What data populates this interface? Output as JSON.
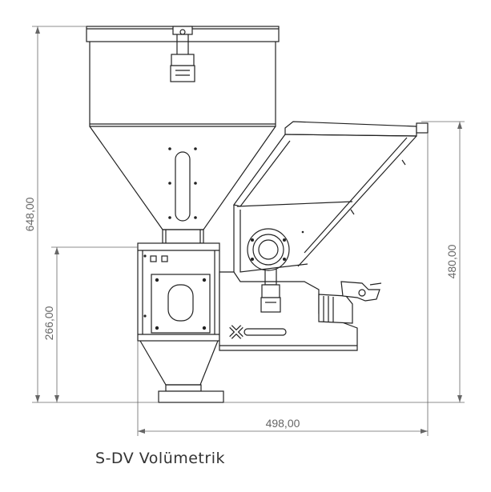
{
  "caption": "S-DV Volümetrik",
  "dimensions": {
    "total_height": "648,00",
    "base_height": "266,00",
    "right_height": "480,00",
    "total_width": "498,00"
  }
}
